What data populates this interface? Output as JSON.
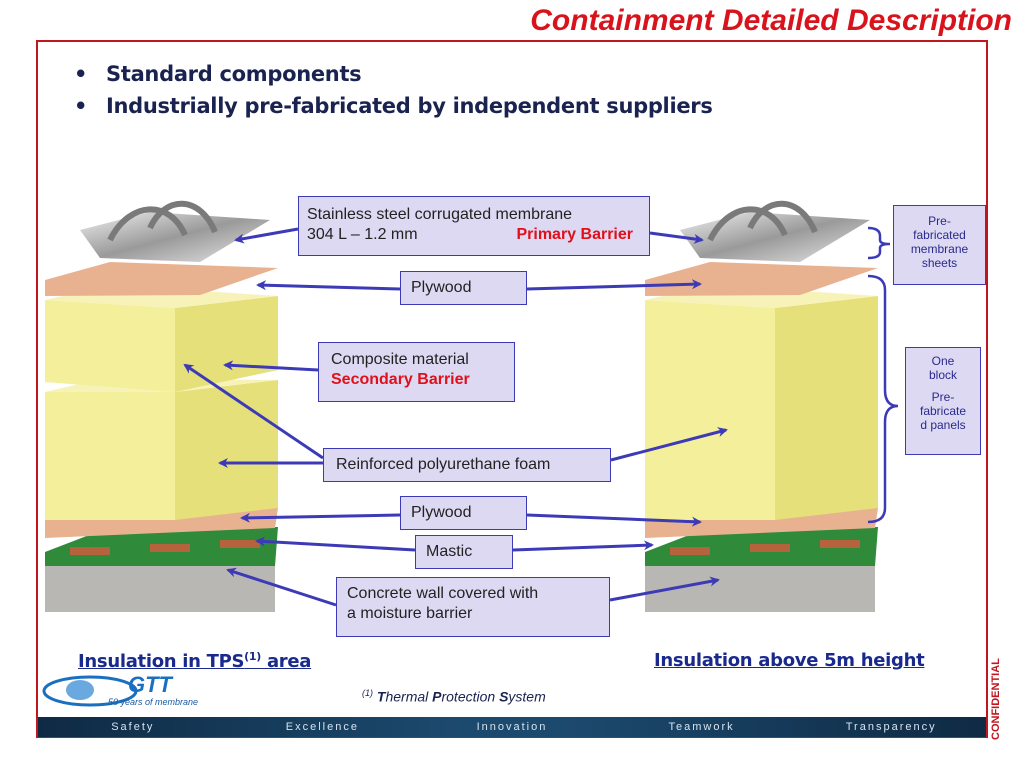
{
  "title": "Containment Detailed Description",
  "bullets": [
    "Standard components",
    "Industrially pre-fabricated by independent suppliers"
  ],
  "labels": {
    "membrane_line1": "Stainless steel corrugated membrane",
    "membrane_line2": "304 L – 1.2 mm",
    "primary_barrier": "Primary Barrier",
    "plywood_top": "Plywood",
    "composite_material": "Composite material",
    "secondary_barrier": "Secondary Barrier",
    "foam": "Reinforced polyurethane foam",
    "plywood_bottom": "Plywood",
    "mastic": "Mastic",
    "concrete_line1": "Concrete wall covered with",
    "concrete_line2": "a moisture barrier"
  },
  "side_notes": {
    "membrane_sheets_l1": "Pre-",
    "membrane_sheets_l2": "fabricated",
    "membrane_sheets_l3": "membrane",
    "membrane_sheets_l4": "sheets",
    "block_l1": "One",
    "block_l2": "block",
    "panels_l1": "Pre-",
    "panels_l2": "fabricate",
    "panels_l3": "d panels"
  },
  "captions": {
    "left_text": "Insulation in TPS",
    "left_sup": "(1)",
    "left_tail": " area",
    "right": "Insulation above 5m height"
  },
  "footnote": {
    "marker": "(1)",
    "t_initial": "T",
    "t_rest": "hermal ",
    "p_initial": "P",
    "p_rest": "rotection ",
    "s_initial": "S",
    "s_rest": "ystem"
  },
  "confidential": "CONFIDENTIAL",
  "logo_tagline": "50 years of membrane",
  "values_bar": [
    "Safety",
    "Excellence",
    "Innovation",
    "Teamwork",
    "Transparency"
  ],
  "colors": {
    "title_red": "#d8131b",
    "arrow_blue": "#3d3ab7",
    "label_fill": "#ddd9f3",
    "foam_yellow": "#f4ef9a",
    "plywood_tan": "#e8b290",
    "mastic_brown": "#b5633c",
    "concrete_green": "#2f8a3a",
    "concrete_gray": "#b9b7b4"
  }
}
